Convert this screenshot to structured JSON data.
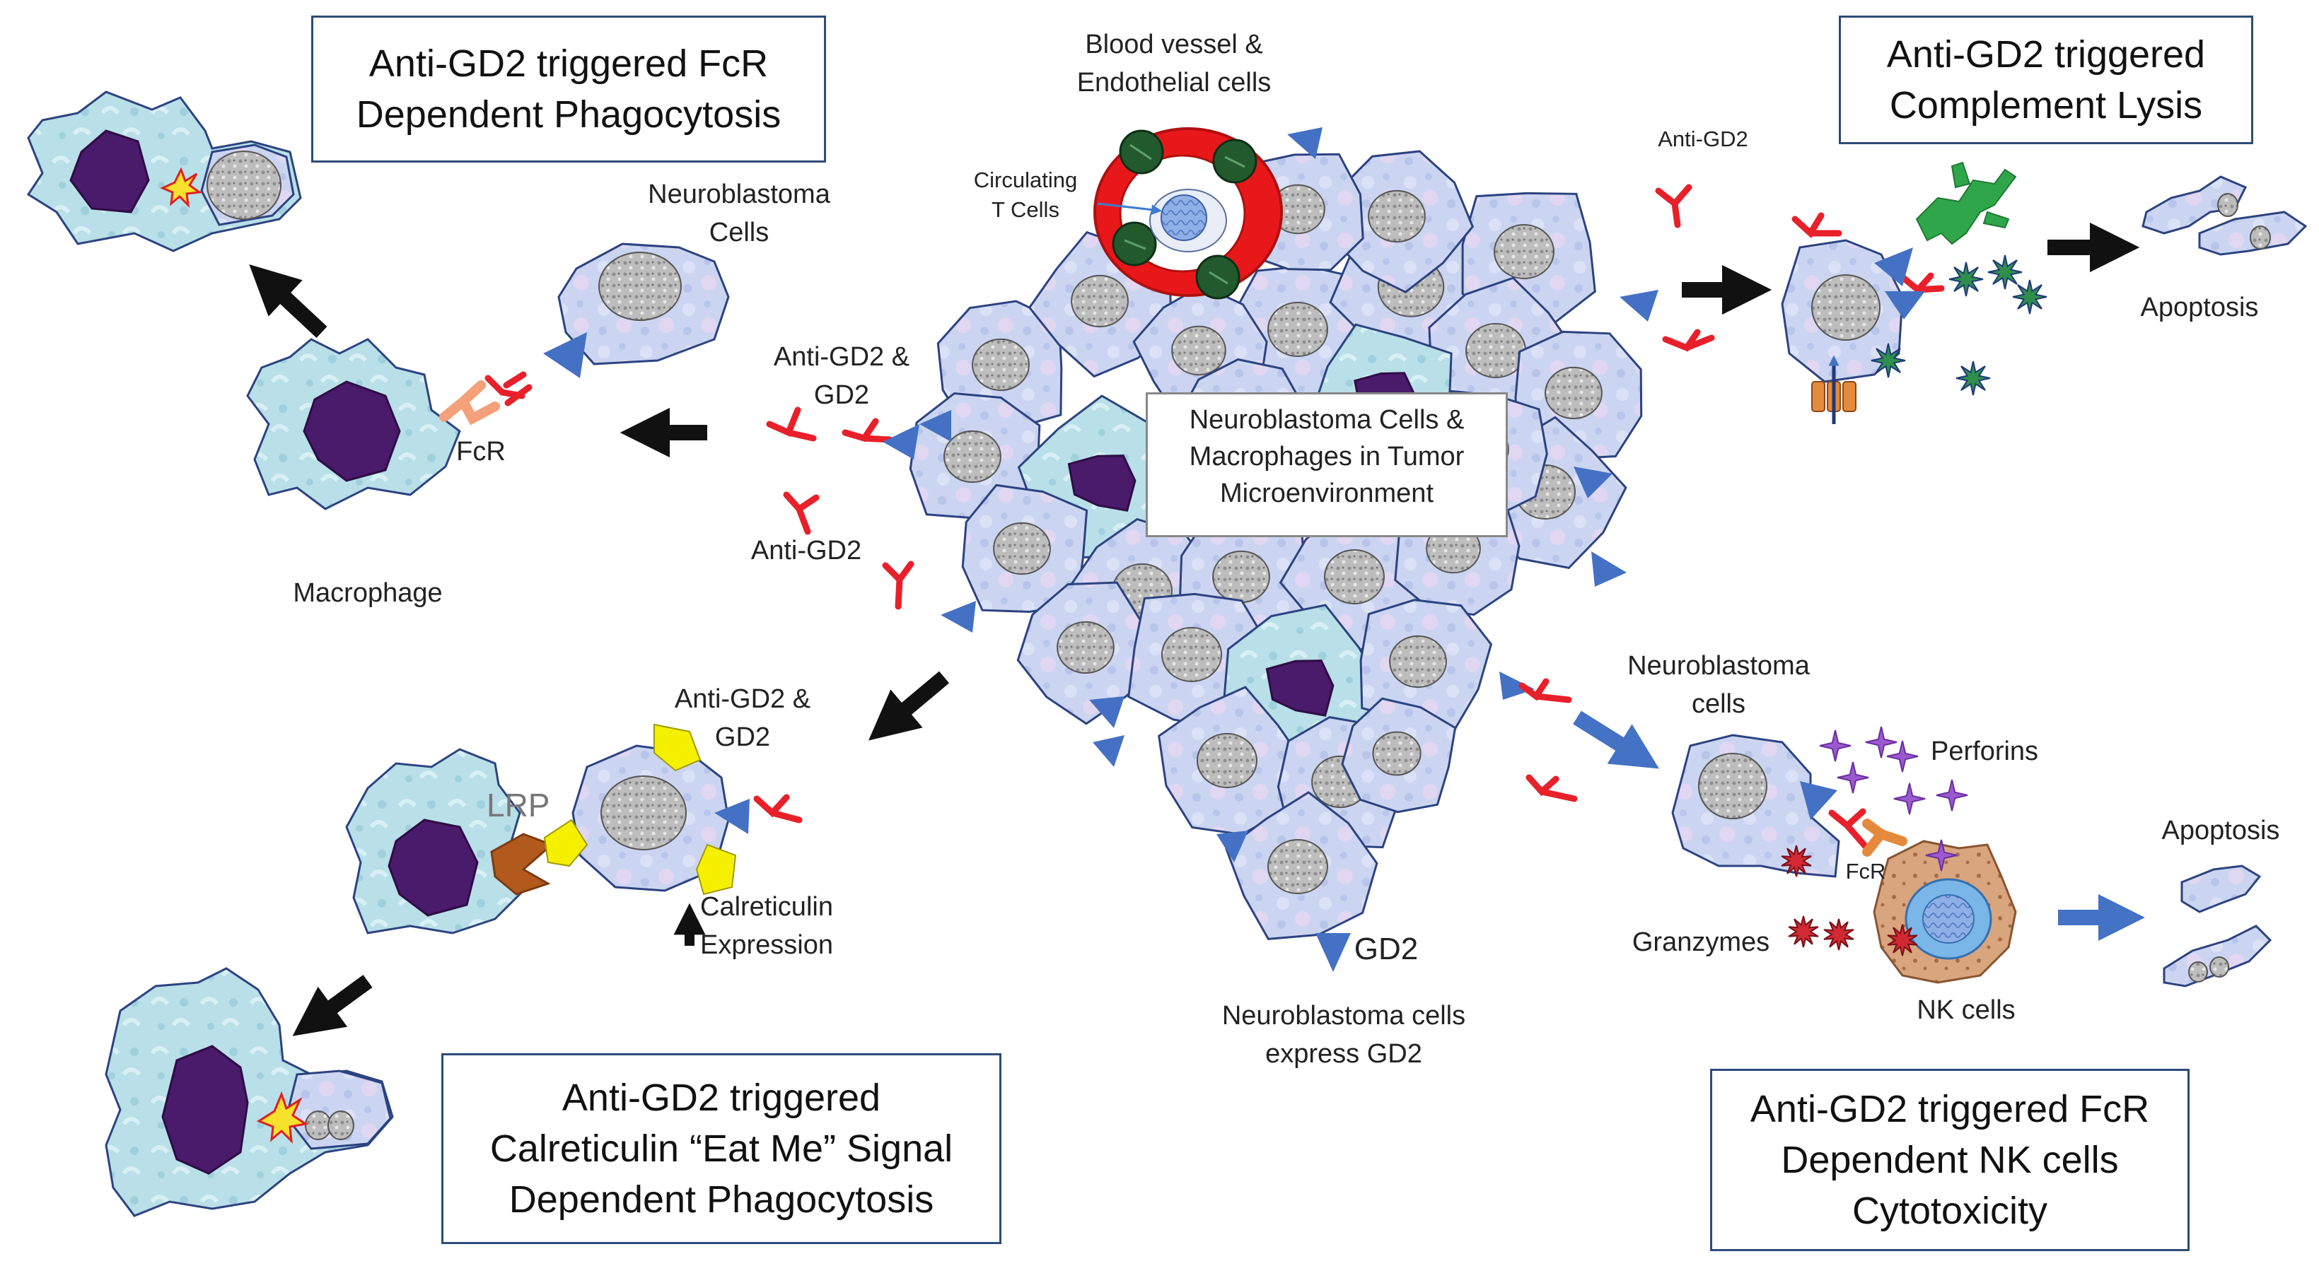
{
  "boxes": {
    "fcr_phago": [
      "Anti-GD2 triggered FcR",
      "Dependent Phagocytosis"
    ],
    "complement": [
      "Anti-GD2 triggered",
      "Complement Lysis"
    ],
    "calreticulin": [
      "Anti-GD2 triggered",
      "Calreticulin “Eat Me” Signal",
      "Dependent Phagocytosis"
    ],
    "nk": [
      "Anti-GD2 triggered FcR",
      "Dependent NK cells",
      "Cytotoxicity"
    ]
  },
  "center": [
    "Neuroblastoma Cells &",
    "Macrophages in Tumor",
    "Microenvironment"
  ],
  "labels": {
    "blood_vessel": [
      "Blood vessel &",
      "Endothelial cells"
    ],
    "circulating": [
      "Circulating",
      "T Cells"
    ],
    "neuroblastoma_cells_top": [
      "Neuroblastoma",
      "Cells"
    ],
    "fcr_left": "FcR",
    "macrophage": "Macrophage",
    "antigd2_gd2_left": [
      "Anti-GD2 &",
      "GD2"
    ],
    "antigd2_left": "Anti-GD2",
    "antigd2_gd2_bottom": [
      "Anti-GD2 &",
      "GD2"
    ],
    "lrp": "LRP",
    "calreticulin_expr": [
      "Calreticulin",
      "Expression"
    ],
    "gd2": "GD2",
    "express": [
      "Neuroblastoma cells",
      "express GD2"
    ],
    "antigd2_right": "Anti-GD2",
    "apoptosis_top": "Apoptosis",
    "neuroblastoma_cells_right": [
      "Neuroblastoma",
      "cells"
    ],
    "perforins": "Perforins",
    "fcr_right": "FcR",
    "granzymes": "Granzymes",
    "nk_cells": "NK cells",
    "apoptosis_bottom": "Apoptosis"
  },
  "colors": {
    "tumor_cell_fill": "#c9d3f0",
    "tumor_cell_stroke": "#2c4380",
    "macrophage_fill": "#b6dce6",
    "nucleus_dark": "#4a1a6b",
    "nucleus_gray": "#b3b3b3",
    "gd2_triangle": "#4471c4",
    "antibody": "#e8202a",
    "arrow_black": "#111111",
    "arrow_blue": "#4472c4",
    "blood_vessel": "#e8181a",
    "complement_green": "#2fa64a",
    "perforin_purple": "#9b59d0",
    "granzyme_red": "#d22a35",
    "nk_fill": "#d9a47b",
    "lrp_brown": "#b25a1e",
    "calreticulin_yellow": "#f5f000"
  }
}
